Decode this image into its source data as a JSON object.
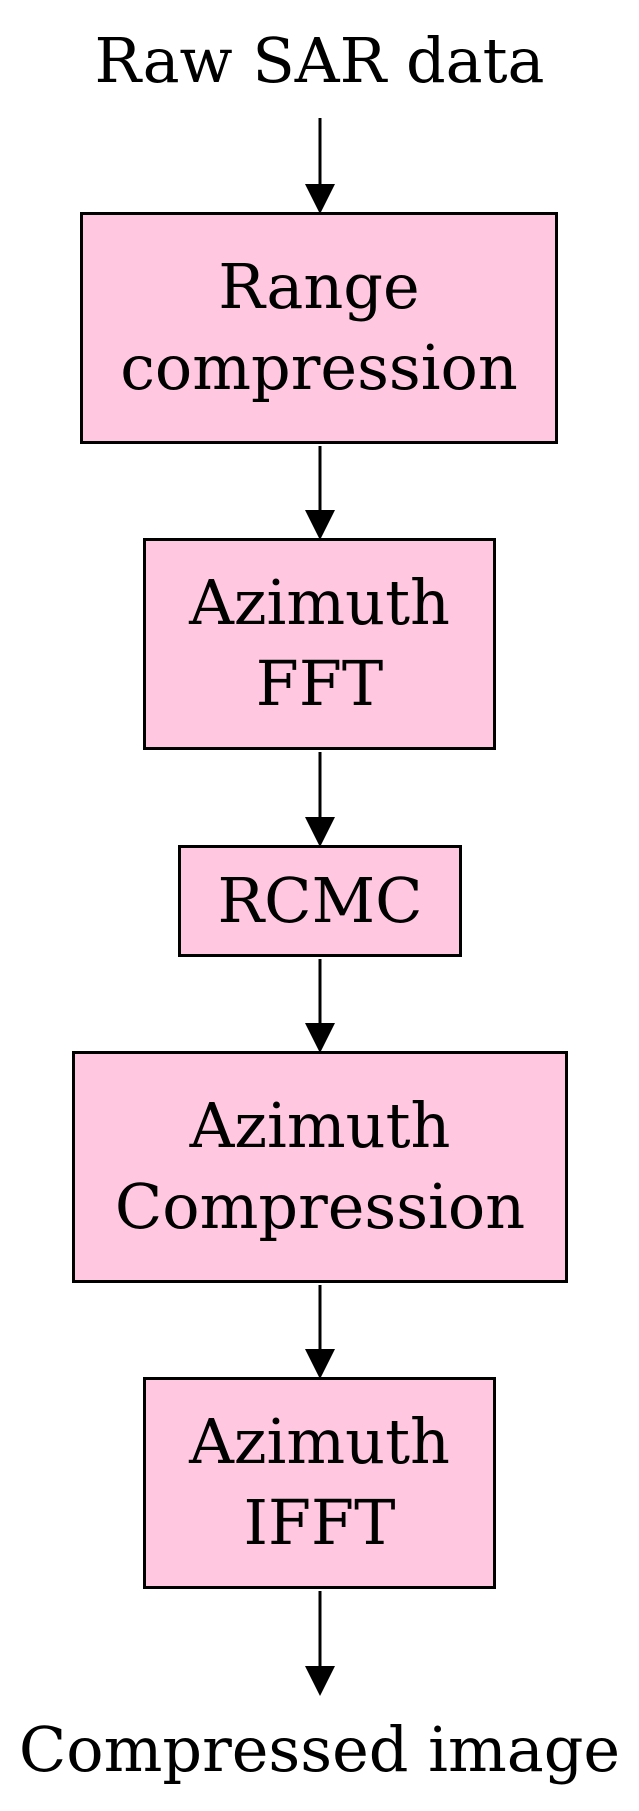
{
  "diagram": {
    "input_label": "Raw SAR data",
    "output_label": "Compressed image",
    "steps": [
      {
        "line1": "Range",
        "line2": "compression"
      },
      {
        "line1": "Azimuth",
        "line2": "FFT"
      },
      {
        "line1": "RCMC"
      },
      {
        "line1": "Azimuth",
        "line2": "Compression"
      },
      {
        "line1": "Azimuth",
        "line2": "IFFT"
      }
    ],
    "box_fill": "#ffc8e0",
    "stroke": "#000000"
  }
}
